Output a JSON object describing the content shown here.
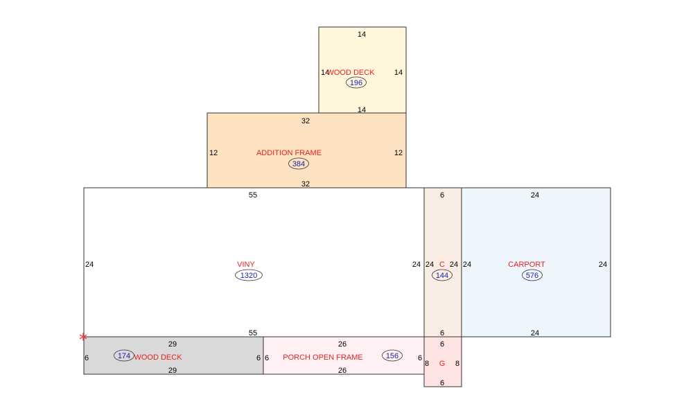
{
  "colors": {
    "outline": "#333333",
    "label": "#e8231c",
    "area": "#1a22b0",
    "marker": "#ee4444"
  },
  "rooms": [
    {
      "id": "wood-deck-top",
      "label": "WOOD DECK",
      "area": "196",
      "fill": "#fff6dc",
      "dims": {
        "top": "14",
        "bottom": "14",
        "left": "14",
        "right": "14"
      }
    },
    {
      "id": "addition-frame",
      "label": "ADDITION FRAME",
      "area": "384",
      "fill": "#fde2c2",
      "dims": {
        "top": "32",
        "bottom": "32",
        "left": "12",
        "right": "12"
      }
    },
    {
      "id": "viny",
      "label": "VINY",
      "area": "1320",
      "fill": "#ffffff",
      "dims": {
        "top": "55",
        "bottom": "55",
        "left": "24",
        "right": "24"
      }
    },
    {
      "id": "section-c",
      "label": "C",
      "area": "144",
      "fill": "#faede3",
      "dims": {
        "top": "6",
        "bottom": "6",
        "left": "24",
        "right": "24"
      }
    },
    {
      "id": "carport",
      "label": "CARPORT",
      "area": "576",
      "fill": "#eef5fd",
      "dims": {
        "top": "24",
        "bottom": "24",
        "left": "24",
        "right": "24"
      }
    },
    {
      "id": "wood-deck-bottom",
      "label": "WOOD DECK",
      "area": "174",
      "fill": "#d9d9d9",
      "dims": {
        "top": "29",
        "bottom": "29",
        "left": "6",
        "right": "6"
      }
    },
    {
      "id": "porch-open-frame",
      "label": "PORCH OPEN FRAME",
      "area": "156",
      "fill": "#fff0f3",
      "dims": {
        "top": "26",
        "bottom": "26",
        "left": "6",
        "right": "6"
      }
    },
    {
      "id": "section-g",
      "label": "G",
      "area": "",
      "fill": "#fde3e1",
      "dims": {
        "top": "6",
        "bottom": "6",
        "left": "8",
        "right": "8"
      }
    }
  ]
}
